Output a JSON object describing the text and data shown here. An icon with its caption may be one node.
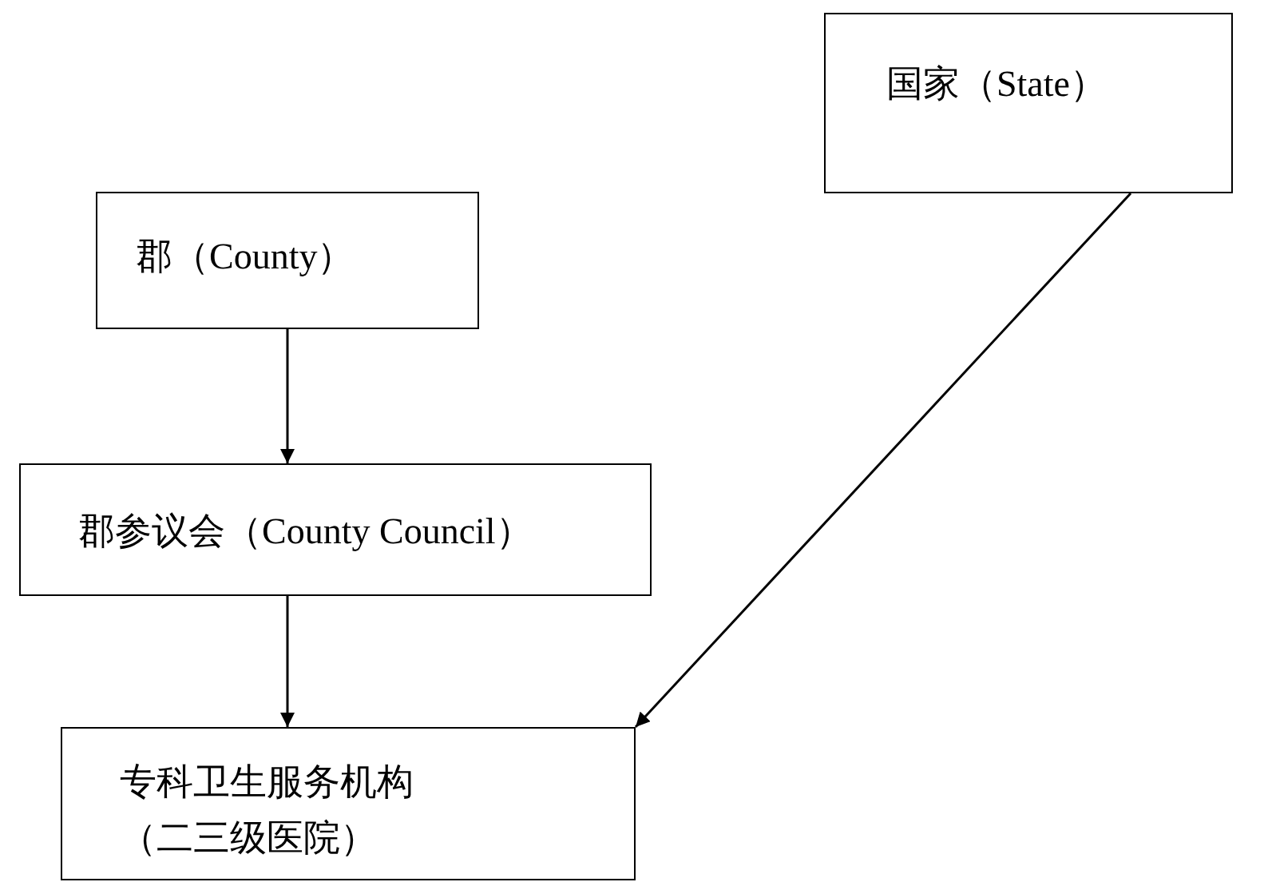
{
  "diagram": {
    "nodes": [
      {
        "text": [
          "国家（State）"
        ]
      },
      {
        "text": [
          "郡（County）"
        ]
      },
      {
        "text": [
          "郡参议会（County Council）"
        ]
      },
      {
        "text": [
          "专科卫生服务机构（二三级医院）"
        ]
      }
    ],
    "edges": [
      {
        "from": 1,
        "to": 2,
        "arrow": "to"
      },
      {
        "from": 2,
        "to": 3,
        "arrow": "to"
      },
      {
        "from": 0,
        "to": 3,
        "arrow": "to"
      }
    ]
  }
}
